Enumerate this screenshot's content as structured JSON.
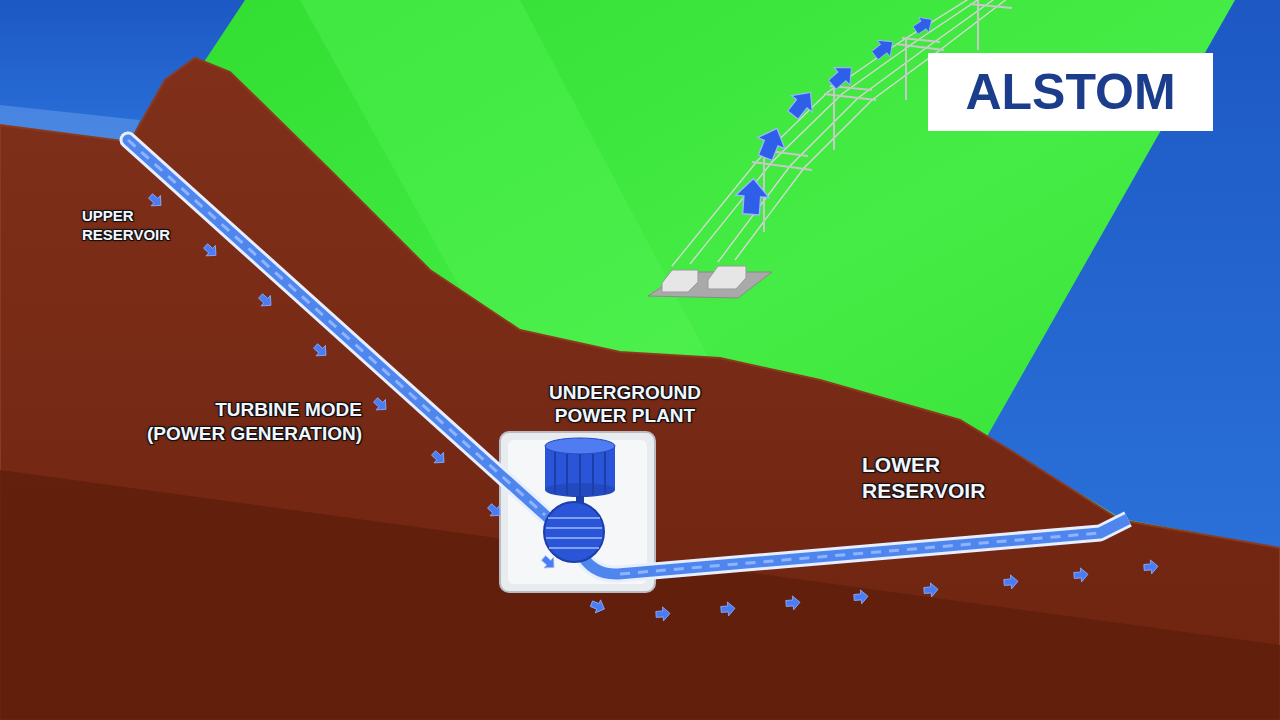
{
  "diagram": {
    "nodes": [
      {
        "text": [
          "ALSTOM"
        ]
      },
      {
        "text": [
          "UNDERGROUND POWER PLANT"
        ]
      }
    ],
    "labels": [
      "UPPER RESERVOIR",
      "TURBINE MODE (POWER GENERATION)",
      "LOWER RESERVOIR"
    ]
  }
}
